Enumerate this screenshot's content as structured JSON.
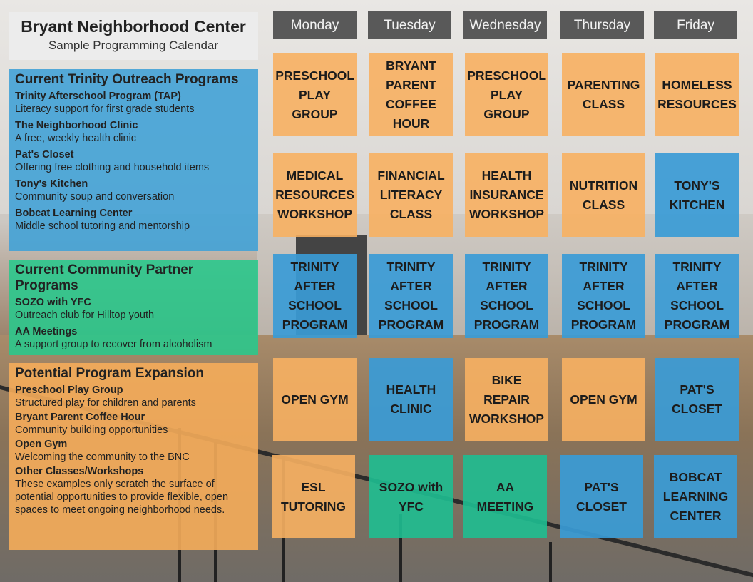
{
  "title": "Bryant Neighborhood Center",
  "subtitle": "Sample Programming Calendar",
  "panels": {
    "trinity": {
      "heading": "Current Trinity Outreach Programs",
      "items": [
        {
          "name": "Trinity Afterschool Program (TAP)",
          "desc": "Literacy support for first grade students"
        },
        {
          "name": "The Neighborhood Clinic",
          "desc": "A free, weekly health clinic"
        },
        {
          "name": "Pat's Closet",
          "desc": "Offering free clothing and household items"
        },
        {
          "name": "Tony's Kitchen",
          "desc": "Community soup and conversation"
        },
        {
          "name": "Bobcat Learning Center",
          "desc": "Middle school tutoring and mentorship"
        }
      ]
    },
    "partner": {
      "heading": "Current Community Partner Programs",
      "items": [
        {
          "name": "SOZO with YFC",
          "desc": "Outreach club for Hilltop youth"
        },
        {
          "name": "AA Meetings",
          "desc": "A support group to recover from alcoholism"
        }
      ]
    },
    "expansion": {
      "heading": "Potential Program Expansion",
      "items": [
        {
          "name": "Preschool Play Group",
          "desc": "Structured play for children and parents"
        },
        {
          "name": "Bryant Parent Coffee Hour",
          "desc": "Community building opportunities"
        },
        {
          "name": "Open Gym",
          "desc": "Welcoming the community to the BNC"
        },
        {
          "name": "Other Classes/Workshops",
          "desc": "These examples only scratch the surface of potential opportunities to provide flexible, open spaces to meet ongoing neighborhood needs."
        }
      ]
    }
  },
  "days": [
    "Monday",
    "Tuesday",
    "Wednesday",
    "Thursday",
    "Friday"
  ],
  "schedule": [
    [
      "PRESCHOOL PLAY GROUP",
      "BRYANT PARENT COFFEE HOUR",
      "PRESCHOOL PLAY GROUP",
      "PARENTING CLASS",
      "HOMELESS RESOURCES"
    ],
    [
      "MEDICAL RESOURCES WORKSHOP",
      "FINANCIAL LITERACY CLASS",
      "HEALTH INSURANCE WORKSHOP",
      "NUTRITION CLASS",
      "TONY'S KITCHEN"
    ],
    [
      "TRINITY AFTER SCHOOL PROGRAM",
      "TRINITY AFTER SCHOOL PROGRAM",
      "TRINITY AFTER SCHOOL PROGRAM",
      "TRINITY AFTER SCHOOL PROGRAM",
      "TRINITY AFTER SCHOOL PROGRAM"
    ],
    [
      "OPEN GYM",
      "HEALTH CLINIC",
      "BIKE REPAIR WORKSHOP",
      "OPEN GYM",
      "PAT'S CLOSET"
    ],
    [
      "ESL TUTORING",
      "SOZO with YFC",
      "AA MEETING",
      "PAT'S CLOSET",
      "BOBCAT LEARNING CENTER"
    ]
  ],
  "colors": {
    "orange": "#f7b062",
    "blue": "#3a9bd6",
    "green": "#1ebe91",
    "day_header": "#595959"
  }
}
